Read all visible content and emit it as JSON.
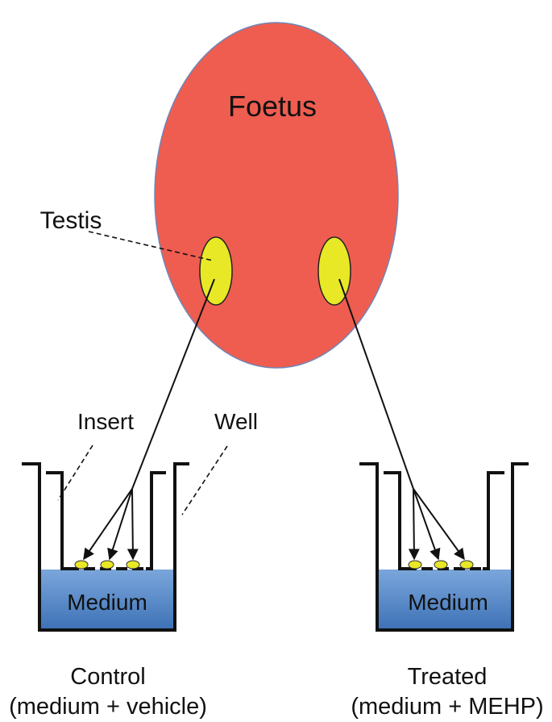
{
  "labels": {
    "foetus": "Foetus",
    "testis": "Testis",
    "insert": "Insert",
    "well": "Well",
    "medium_left": "Medium",
    "medium_right": "Medium",
    "control_title": "Control",
    "control_subtitle": "(medium + vehicle)",
    "treated_title": "Treated",
    "treated_subtitle": "(medium + MEHP)"
  },
  "colors": {
    "foetus_fill": "#ee5d50",
    "foetus_stroke": "#6f86b8",
    "testis_fill": "#e8e827",
    "medium_top": "#7aa6db",
    "medium_bottom": "#3f73b7",
    "line": "#111111"
  }
}
